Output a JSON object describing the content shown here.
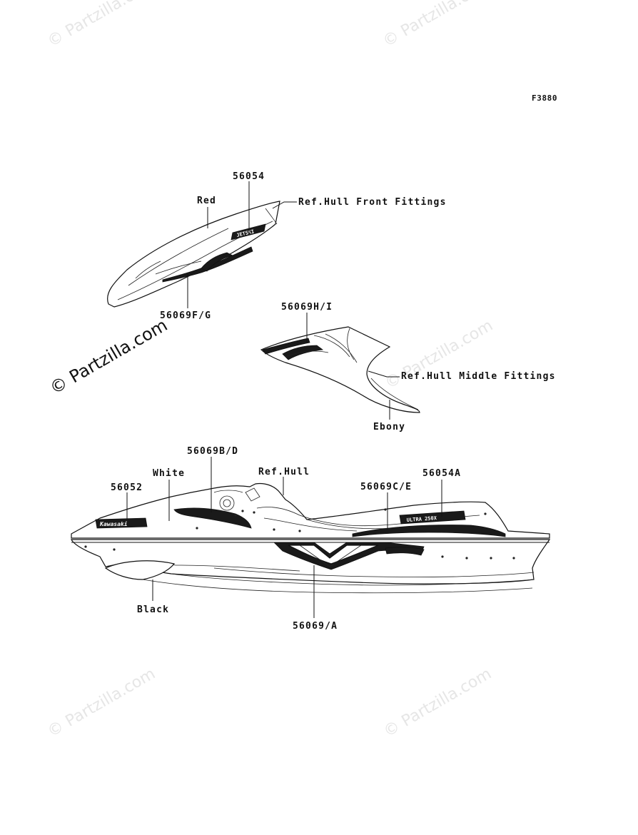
{
  "diagram_code": "F3880",
  "watermark": "© Partzilla.com",
  "decal_text": {
    "front_logo": "JETSKI",
    "side_logo": "Kawasaki",
    "rear_logo": "ULTRA 250X"
  },
  "callouts": {
    "front_part": "56054",
    "front_color": "Red",
    "front_ref": "Ref.Hull Front Fittings",
    "front_lower_part": "56069F/G",
    "middle_part": "56069H/I",
    "middle_ref": "Ref.Hull Middle Fittings",
    "middle_color": "Ebony",
    "hull_part_bd": "56069B/D",
    "hull_color_white": "White",
    "hull_ref": "Ref.Hull",
    "hull_part_52": "56052",
    "hull_part_ce": "56069C/E",
    "hull_part_54a": "56054A",
    "hull_color_black": "Black",
    "hull_part_a": "56069/A"
  },
  "colors": {
    "line": "#111111",
    "watermark_light": "#e6e6e6",
    "background": "#ffffff"
  }
}
